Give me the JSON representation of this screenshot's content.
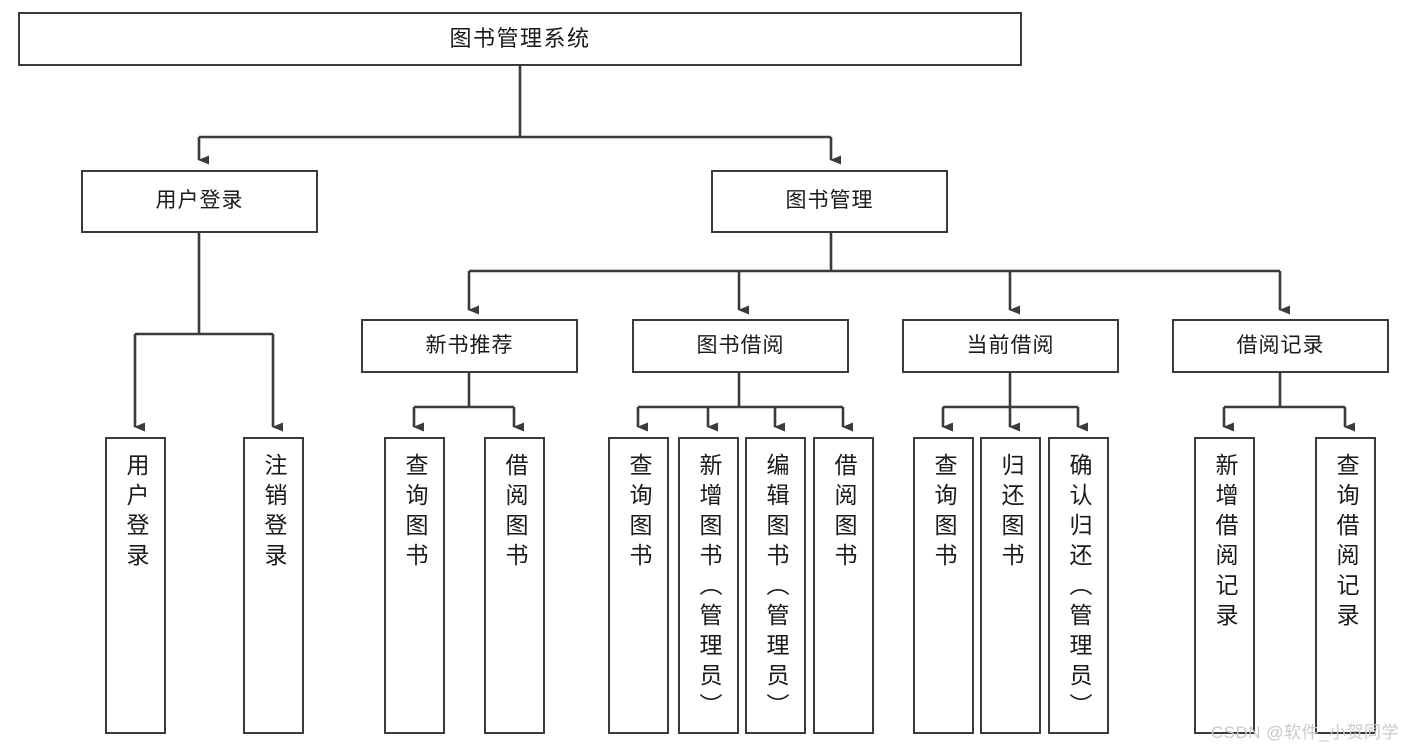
{
  "diagram": {
    "title": "图书管理系统",
    "type": "tree-hierarchy-chart",
    "stroke_color": "#3b3b3b",
    "fill_color": "#ffffff",
    "text_color": "#1a1a1a"
  },
  "nodes": {
    "root": {
      "label": "图书管理系统"
    },
    "level2": [
      {
        "label": "用户登录"
      },
      {
        "label": "图书管理"
      }
    ],
    "level3": [
      {
        "label": "新书推荐"
      },
      {
        "label": "图书借阅"
      },
      {
        "label": "当前借阅"
      },
      {
        "label": "借阅记录"
      }
    ],
    "leaves": {
      "user_login": [
        {
          "label": "用户登录"
        },
        {
          "label": "注销登录"
        }
      ],
      "new_book": [
        {
          "label": "查询图书"
        },
        {
          "label": "借阅图书"
        }
      ],
      "book_borrow": [
        {
          "label": "查询图书"
        },
        {
          "label": "新增图书（管理员）"
        },
        {
          "label": "编辑图书（管理员）"
        },
        {
          "label": "借阅图书"
        }
      ],
      "current_borrow": [
        {
          "label": "查询图书"
        },
        {
          "label": "归还图书"
        },
        {
          "label": "确认归还（管理员）"
        }
      ],
      "borrow_record": [
        {
          "label": "新增借阅记录"
        },
        {
          "label": "查询借阅记录"
        }
      ]
    }
  },
  "watermark": {
    "text": "CSDN @软件_小贺同学"
  }
}
